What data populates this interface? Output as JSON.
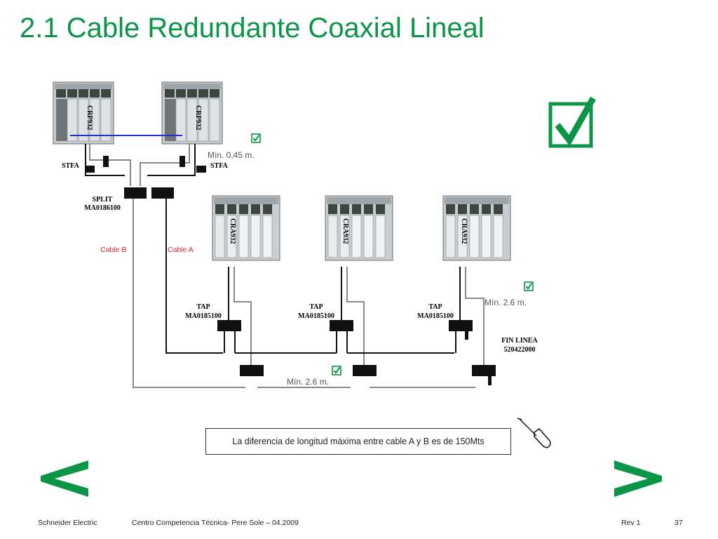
{
  "slide": {
    "title": "2.1 Cable Redundante Coaxial Lineal"
  },
  "diagram": {
    "crp_label": "CRP932",
    "cra_label": "CRA932",
    "stfa_label": "STFA",
    "split_label_1": "SPLIT",
    "split_label_2": "MA0186100",
    "cable_b": "Cable B",
    "cable_a": "Cable A",
    "tap_label_1": "TAP",
    "tap_label_2": "MA0185100",
    "fin_label_1": "FIN LINEA",
    "fin_label_2": "520422000",
    "min_045": "Mín. 0,45 m.",
    "min_26": "Mín. 2.6 m.",
    "colors": {
      "cable": "#888888",
      "block": "#111111",
      "link": "#1f2fd0",
      "red": "#e02020",
      "green": "#0a9646"
    }
  },
  "note": "La diferencia de longitud  máxima entre cable A y B es de 150Mts",
  "footer": {
    "company": "Schneider Electric",
    "center": "Centro Competencia Técnica- Pere Sole – 04.2009",
    "rev": "Rev 1",
    "page": "37"
  },
  "icons": [
    "check-icon",
    "screwdriver-icon",
    "prev-arrow-icon",
    "next-arrow-icon"
  ]
}
